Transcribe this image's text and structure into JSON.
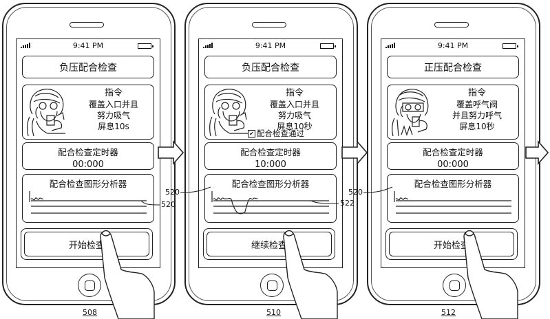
{
  "status_bar": {
    "time": "9:41 PM"
  },
  "arrows": [
    "right-arrow",
    "right-arrow",
    "right-arrow"
  ],
  "phones": [
    {
      "label": "508",
      "title": "负压配合检查",
      "instruction_lines": [
        "指令",
        "覆盖入口并且",
        "努力吸气",
        "屏息10s"
      ],
      "timer_label": "配合检查定时器",
      "timer_value": "00:000",
      "graph_label": "配合检查图形分析器",
      "button_label": "开始检查",
      "graph_ref": "520"
    },
    {
      "label": "510",
      "title": "负压配合检查",
      "instruction_lines": [
        "指令",
        "覆盖入口并且",
        "努力吸气",
        "屏息10秒"
      ],
      "pass_label": "配合检查通过",
      "timer_label": "配合检查定时器",
      "timer_value": "10:000",
      "graph_label": "配合检查图形分析器",
      "button_label": "继续检查",
      "graph_ref": "520",
      "trace_ref": "522"
    },
    {
      "label": "512",
      "title": "正压配合检查",
      "instruction_lines": [
        "指令",
        "覆盖呼气阀",
        "并且努力呼气",
        "屏息10秒"
      ],
      "timer_label": "配合检查定时器",
      "timer_value": "00:000",
      "graph_label": "配合检查图形分析器",
      "button_label": "开始检查",
      "graph_ref": "520"
    }
  ]
}
